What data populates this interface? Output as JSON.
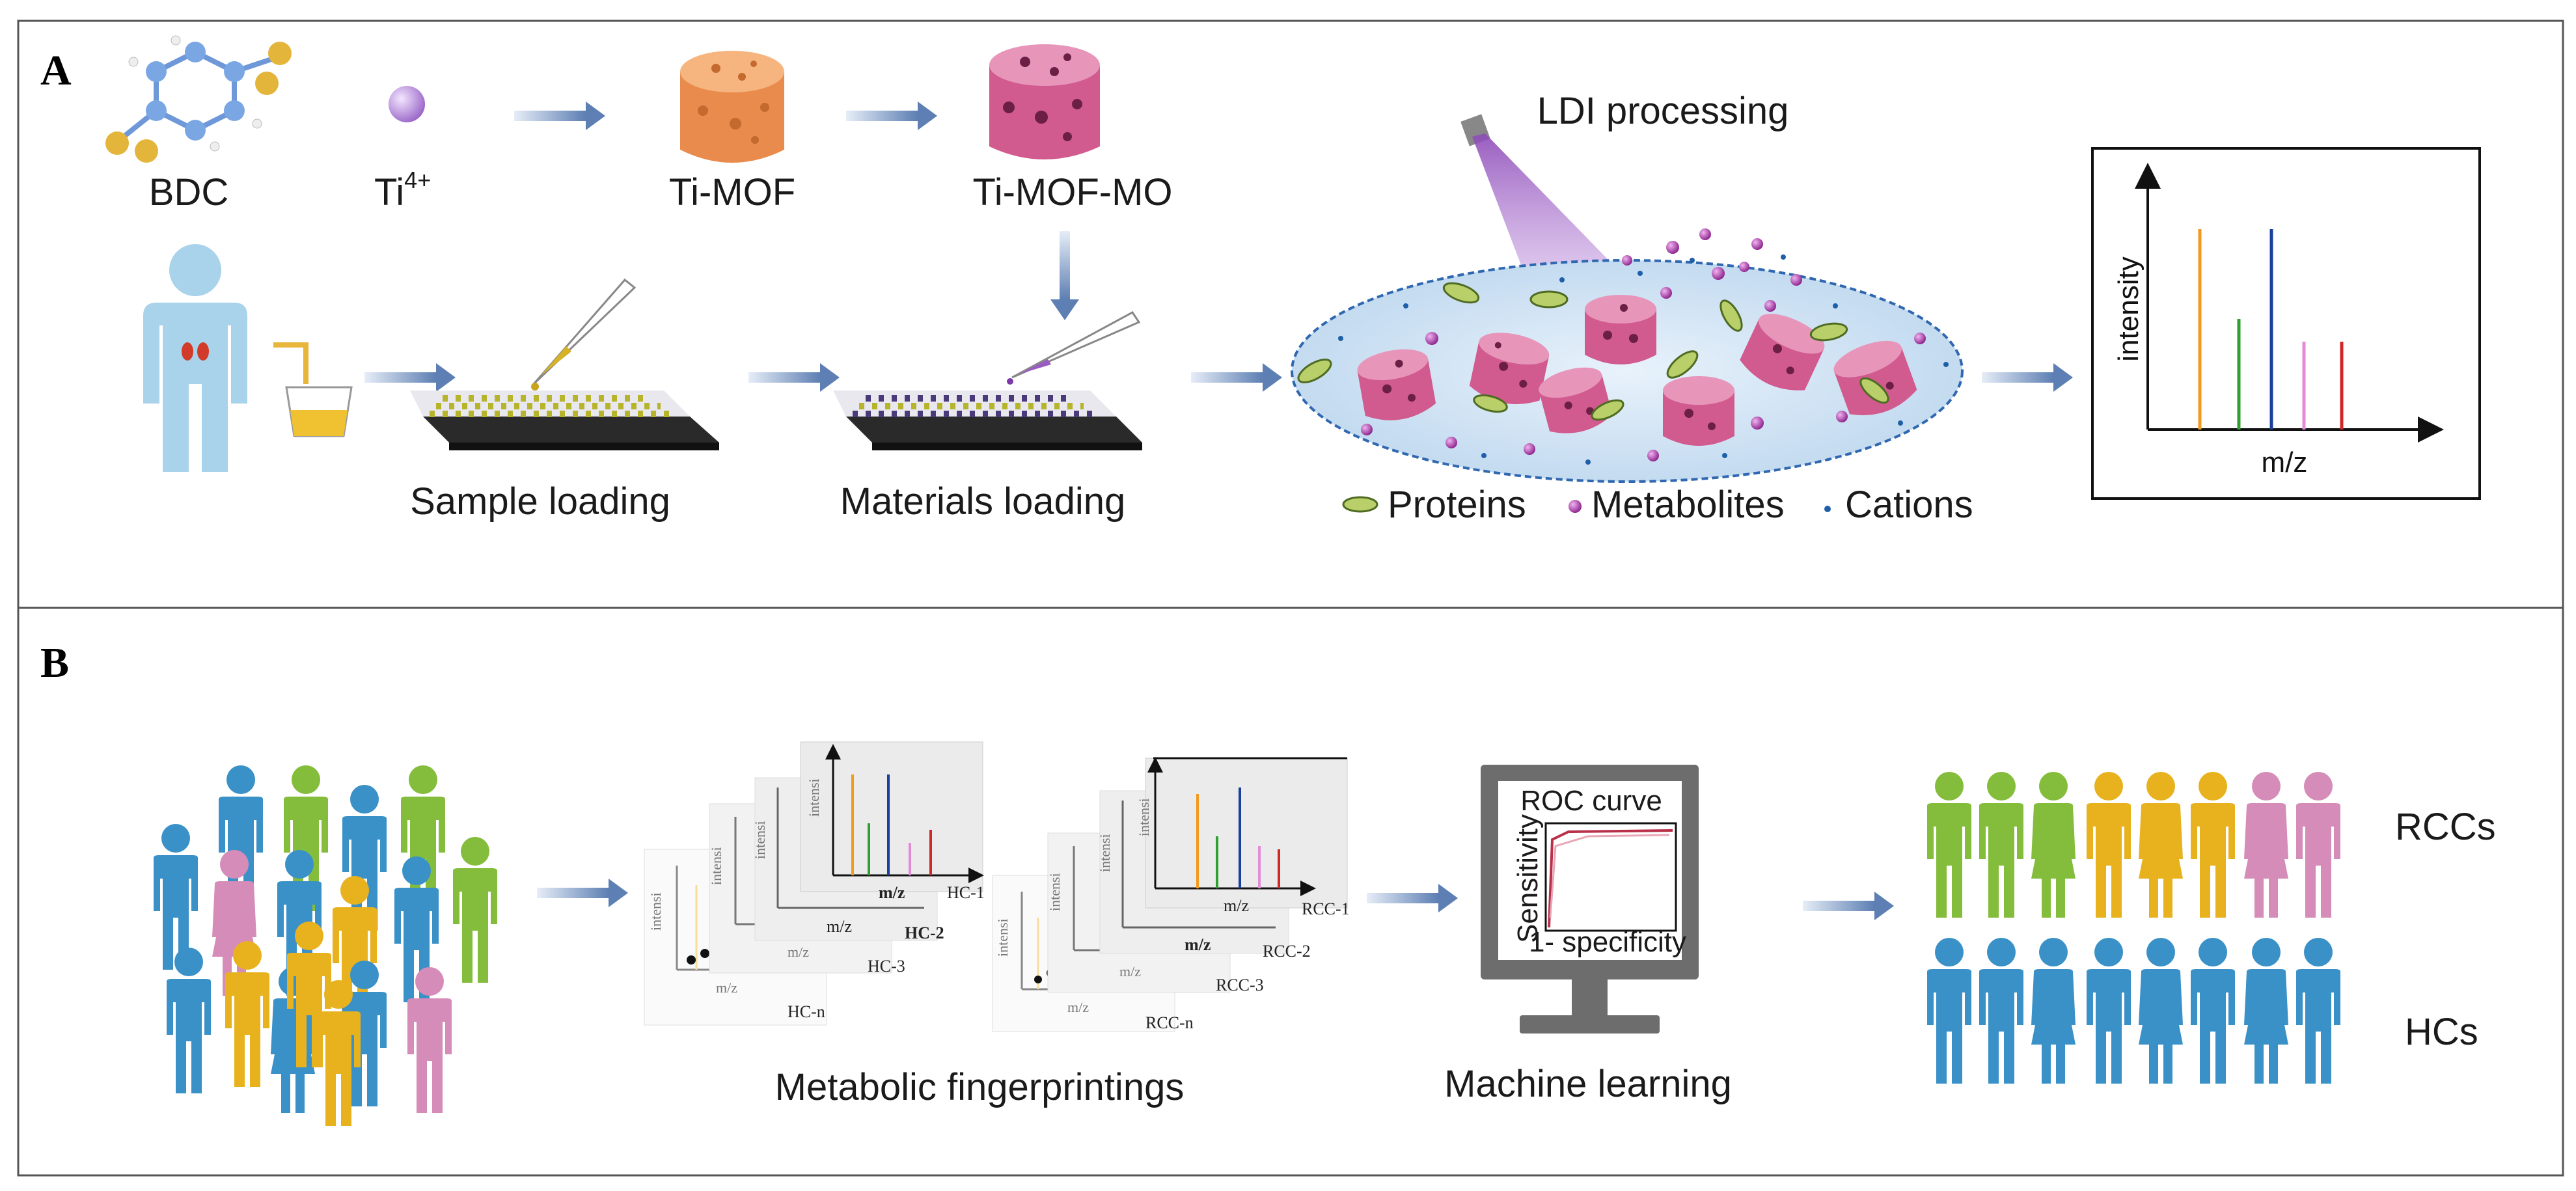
{
  "panels": {
    "a": {
      "letter": "A",
      "reagents": {
        "bdc": "BDC",
        "ti_base": "Ti",
        "ti_charge": "4+"
      },
      "materials": {
        "ti_mof": "Ti-MOF",
        "ti_mof_mo": "Ti-MOF-MO"
      },
      "steps": {
        "sample_loading": "Sample loading",
        "materials_loading": "Materials loading",
        "ldi": "LDI processing"
      },
      "legend": {
        "proteins": "Proteins",
        "metabolites": "Metabolites",
        "cations": "Cations"
      },
      "spectrum": {
        "ylabel": "intensity",
        "xlabel": "m/z"
      }
    },
    "b": {
      "letter": "B",
      "fingerprint_caption": "Metabolic fingerprintings",
      "hc_stack": [
        "HC-1",
        "HC-2",
        "HC-3",
        "HC-n"
      ],
      "rcc_stack": [
        "RCC-1",
        "RCC-2",
        "RCC-3",
        "RCC-n"
      ],
      "mini_ylabel": "intensi",
      "mini_xlabel": "m/z",
      "ml_caption": "Machine learning",
      "roc": {
        "title": "ROC  curve",
        "ylabel": "Sensitivity",
        "xlabel": "1- specificity"
      },
      "groups": {
        "rcc": "RCCs",
        "hc": "HCs"
      }
    }
  },
  "colors": {
    "border": "#555555",
    "arrow": "#5d7fb3",
    "person_blue": "#3a91c8",
    "person_green": "#84bc3c",
    "person_yellow": "#e8b21e",
    "person_pink": "#d68cb8",
    "mof_orange": "#f0a165",
    "mof_pink": "#d66a98",
    "peak_orange": "#f29a1f",
    "peak_green": "#2fa02f",
    "peak_blue": "#1a3f9c",
    "peak_pink": "#e48bd8",
    "peak_red": "#d22727"
  }
}
